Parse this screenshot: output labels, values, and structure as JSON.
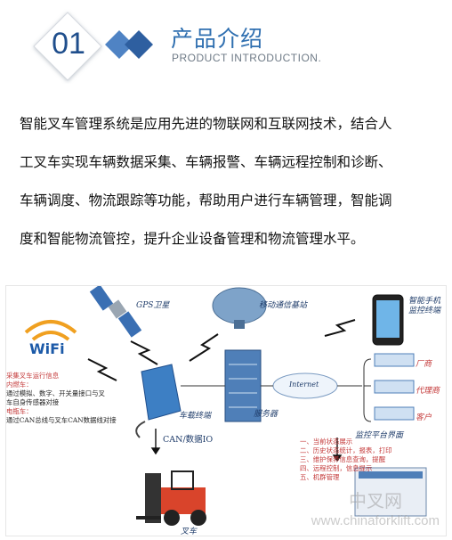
{
  "header": {
    "number": "01",
    "title_cn": "产品介绍",
    "title_en": "PRODUCT  INTRODUCTION."
  },
  "intro": {
    "lines": [
      "智能叉车管理系统是应用先进的物联网和互联网技术，结合人",
      "工叉车实现车辆数据采集、车辆报警、车辆远程控制和诊断、",
      "车辆调度、物流跟踪等功能，帮助用户进行车辆管理，智能调",
      "度和智能物流管控，提升企业设备管理和物流管理水平。"
    ]
  },
  "diagram": {
    "gps": "GPS卫星",
    "tower": "移动通信基站",
    "phone": "智能手机\n监控终端",
    "wifi": "WiFi",
    "vehicle_terminal": "车载终端",
    "server": "服务器",
    "internet": "Internet",
    "factory": "厂商",
    "agent": "代理商",
    "customer": "客户",
    "platform": "监控平台界面",
    "can": "CAN/数据IO",
    "forklift": "叉车",
    "left_notes": [
      "采集叉车运行信息",
      "内燃车：",
      "通过模拟、数字、开关量接口与叉",
      "车自身传感器对接",
      "电瓶车：",
      "通过CAN总线与叉车CAN数据线对接"
    ],
    "right_notes": [
      "一、当前状态展示",
      "二、历史状态统计，报表，打印",
      "三、维护保养信息查询，提醒",
      "四、远程控制，信息提示",
      "五、机群管理"
    ]
  },
  "watermark": {
    "cn": "中叉网",
    "en": "www.chinaforklift.com"
  },
  "colors": {
    "accent": "#2f6fb0",
    "number": "#1f4e8c",
    "diamond": "#5b8fd0"
  }
}
